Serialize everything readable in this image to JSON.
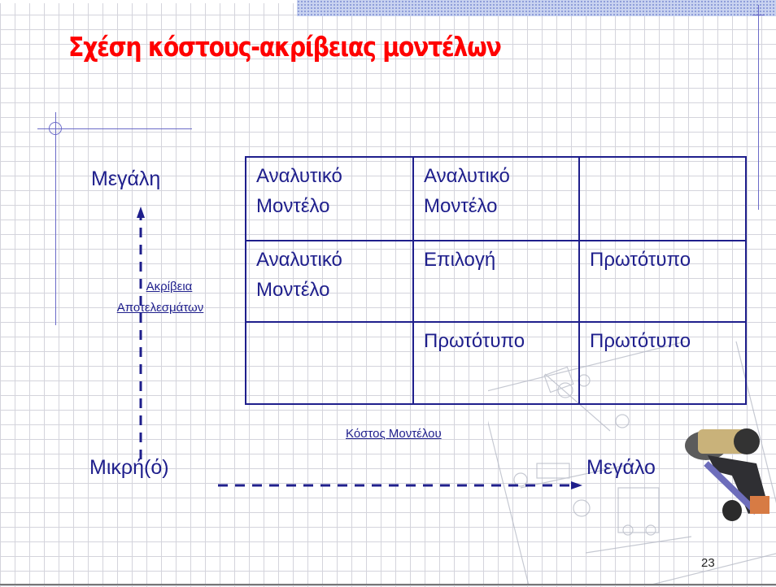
{
  "slide": {
    "title": "Σχέση κόστους-ακρίβειας μοντέλων",
    "page_number": "23"
  },
  "axes": {
    "y_high": "Μεγάλη",
    "y_low_x_low": "Μικρή(ό)",
    "x_high": "Μεγάλο",
    "y_title_line1": "Ακρίβεια",
    "y_title_line2": "Αποτελεσμάτων",
    "x_title": "Κόστος Μοντέλου"
  },
  "table": {
    "rows": [
      [
        "Αναλυτικό Μοντέλο",
        "Αναλυτικό Μοντέλο",
        ""
      ],
      [
        "Αναλυτικό Μοντέλο",
        "Επιλογή",
        "Πρωτότυπο"
      ],
      [
        "",
        "Πρωτότυπο",
        "Πρωτότυπο"
      ]
    ]
  },
  "colors": {
    "title": "#ff0000",
    "text": "#1f1f8c",
    "grid": "#d4d4dc",
    "accent": "#6b6bc8"
  },
  "icons": [
    "crosshair-ornament",
    "machine-drawing"
  ]
}
